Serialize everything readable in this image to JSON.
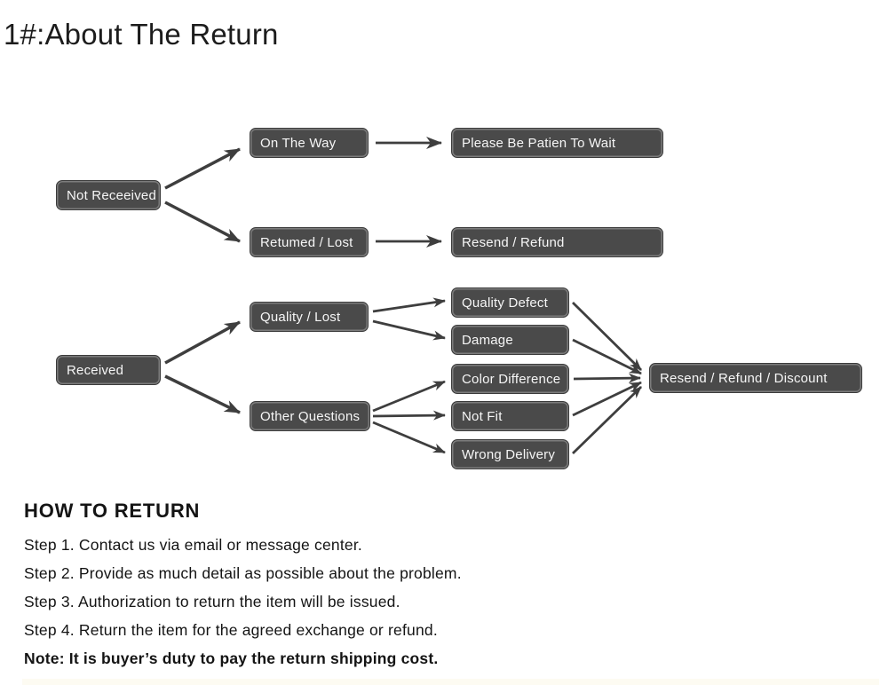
{
  "page": {
    "title": "1#:About The Return"
  },
  "flowchart": {
    "nodes": {
      "not_received": "Not Receeived",
      "on_the_way": "On The Way",
      "please_wait": "Please Be Patien To Wait",
      "returned_lost": "Retumed / Lost",
      "resend_refund": "Resend / Refund",
      "received": "Received",
      "quality_lost": "Quality / Lost",
      "other_questions": "Other Questions",
      "quality_defect": "Quality Defect",
      "damage": "Damage",
      "color_difference": "Color Difference",
      "not_fit": "Not Fit",
      "wrong_delivery": "Wrong Delivery",
      "resend_refund_discount": "Resend / Refund / Discount"
    },
    "edges": [
      {
        "from": "not_received",
        "to": "on_the_way"
      },
      {
        "from": "not_received",
        "to": "returned_lost"
      },
      {
        "from": "on_the_way",
        "to": "please_wait"
      },
      {
        "from": "returned_lost",
        "to": "resend_refund"
      },
      {
        "from": "received",
        "to": "quality_lost"
      },
      {
        "from": "received",
        "to": "other_questions"
      },
      {
        "from": "quality_lost",
        "to": "quality_defect"
      },
      {
        "from": "quality_lost",
        "to": "damage"
      },
      {
        "from": "other_questions",
        "to": "color_difference"
      },
      {
        "from": "other_questions",
        "to": "not_fit"
      },
      {
        "from": "other_questions",
        "to": "wrong_delivery"
      },
      {
        "from": "quality_defect",
        "to": "resend_refund_discount"
      },
      {
        "from": "damage",
        "to": "resend_refund_discount"
      },
      {
        "from": "color_difference",
        "to": "resend_refund_discount"
      },
      {
        "from": "not_fit",
        "to": "resend_refund_discount"
      },
      {
        "from": "wrong_delivery",
        "to": "resend_refund_discount"
      }
    ],
    "colors": {
      "node_background": "#4a4a4a",
      "node_text": "#f6f6f6",
      "arrow": "#3e3e3e"
    }
  },
  "how_to_return": {
    "heading": "HOW TO RETURN",
    "steps": [
      "Step 1. Contact us via email or message center.",
      "Step 2. Provide as much detail as possible about the problem.",
      "Step 3. Authorization to return the item will be issued.",
      "Step 4. Return the item for the agreed exchange or refund."
    ],
    "note": "Note: It is buyer’s duty to pay the return shipping cost."
  }
}
